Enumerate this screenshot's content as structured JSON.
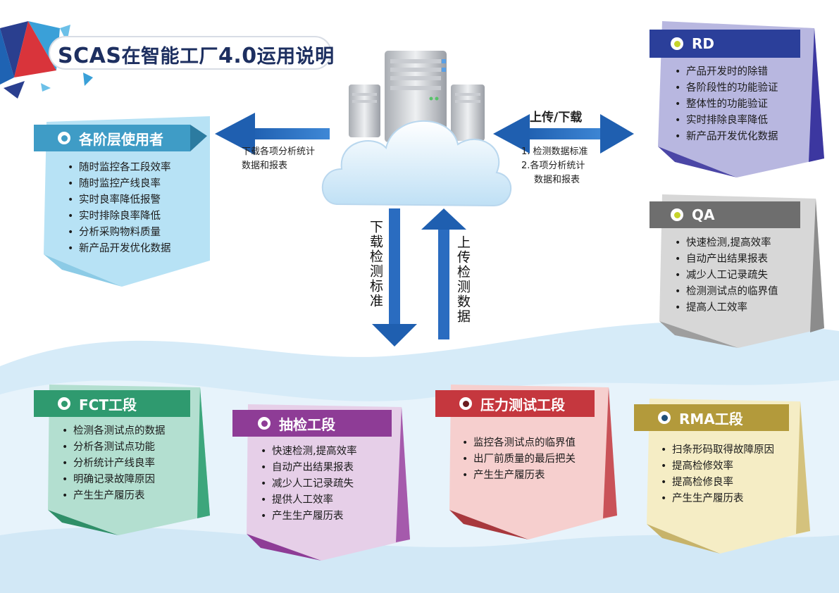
{
  "title": {
    "prefix": "SCAS",
    "middle": "在智能工厂",
    "version": "4.0",
    "suffix": "运用说明"
  },
  "left_arrow_label": [
    "下载各项分析统计",
    "数据和报表"
  ],
  "right_arrow": {
    "top_label": "上传/下载",
    "items": [
      "1. 检测数据标准",
      "2.各项分析统计",
      "数据和报表"
    ]
  },
  "down_arrow_label": "下载检测标准",
  "up_arrow_label": "上传检测数据",
  "cards": {
    "users": {
      "title": "各阶层使用者",
      "color": "#3f9cc6",
      "items": [
        "随时监控各工段效率",
        "随时监控产线良率",
        "实时良率降低报警",
        "实时排除良率降低",
        "分析采购物料质量",
        "新产品开发优化数据"
      ]
    },
    "rd": {
      "title": "RD",
      "color": "#2b3f9a",
      "items": [
        "产品开发时的除错",
        "各阶段性的功能验证",
        "整体性的功能验证",
        "实时排除良率降低",
        "新产品开发优化数据"
      ]
    },
    "qa": {
      "title": "QA",
      "color": "#6e6e6e",
      "items": [
        "快速检测,提高效率",
        "自动产出结果报表",
        "减少人工记录疏失",
        "检测测试点的临界值",
        "提高人工效率"
      ]
    },
    "fct": {
      "title": "FCT工段",
      "color": "#2f9a6f",
      "items": [
        "检测各测试点的数据",
        "分析各测试点功能",
        "分析统计产线良率",
        "明确记录故障原因",
        "产生生产履历表"
      ]
    },
    "sampling": {
      "title": "抽检工段",
      "color": "#8e3c96",
      "items": [
        "快速检测,提高效率",
        "自动产出结果报表",
        "减少人工记录疏失",
        "提供人工效率",
        "产生生产履历表"
      ]
    },
    "pressure": {
      "title": "压力测试工段",
      "color": "#c5373e",
      "items": [
        "监控各测试点的临界值",
        "出厂前质量的最后把关",
        "产生生产履历表"
      ]
    },
    "rma": {
      "title": "RMA工段",
      "color": "#b39a3b",
      "items": [
        "扫条形码取得故障原因",
        "提高检修效率",
        "提高检修良率",
        "产生生产履历表"
      ]
    }
  }
}
